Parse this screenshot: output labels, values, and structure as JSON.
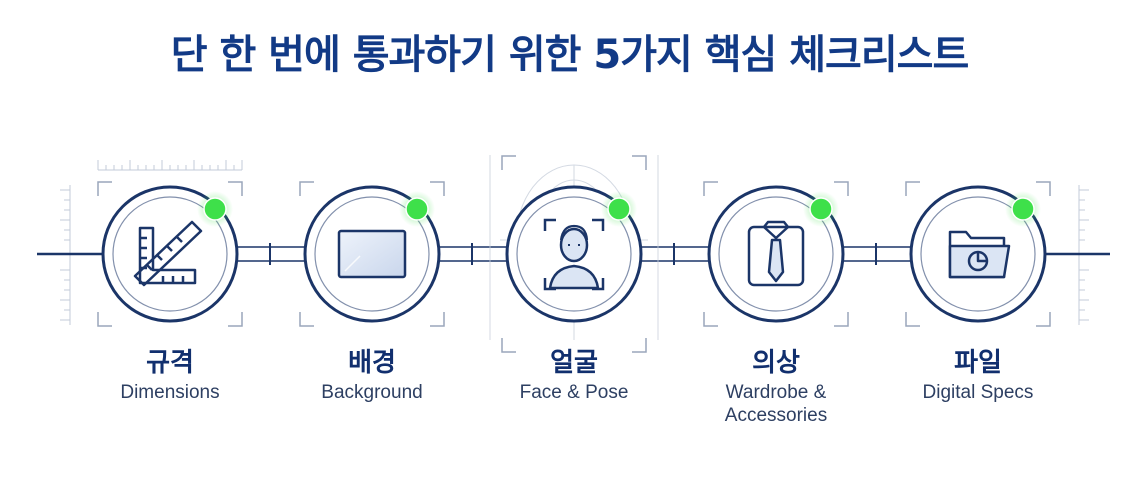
{
  "title": "단 한 번에 통과하기 위한 5가지 핵심 체크리스트",
  "steps": [
    {
      "title": "규격",
      "subtitle": "Dimensions",
      "icon": "ruler-icon",
      "status": "checked"
    },
    {
      "title": "배경",
      "subtitle": "Background",
      "icon": "background-panel-icon",
      "status": "checked"
    },
    {
      "title": "얼굴",
      "subtitle": "Face & Pose",
      "icon": "face-scan-icon",
      "status": "checked"
    },
    {
      "title": "의상",
      "subtitle": "Wardrobe & Accessories",
      "icon": "shirt-tie-icon",
      "status": "checked"
    },
    {
      "title": "파일",
      "subtitle": "Digital Specs",
      "icon": "folder-chart-icon",
      "status": "checked"
    }
  ],
  "colors": {
    "title": "#123a86",
    "line": "#1b3568",
    "status_dot": "#3ee04a",
    "tick": "#b9c2d2"
  }
}
